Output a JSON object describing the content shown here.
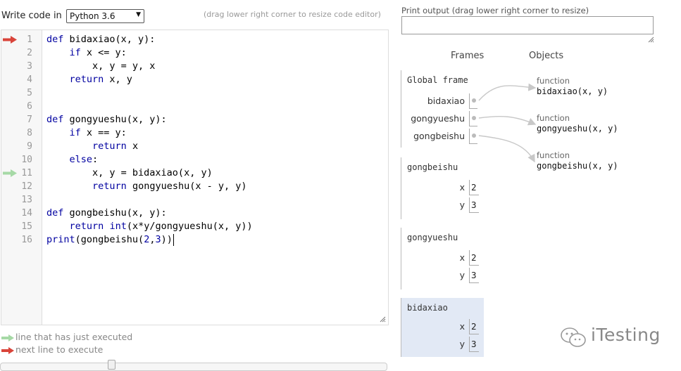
{
  "header": {
    "write_code_label": "Write code in",
    "language": "Python 3.6",
    "resize_hint": "(drag lower right corner to resize code editor)"
  },
  "code": {
    "lines": [
      {
        "num": "1",
        "text": "def bidaxiao(x, y):"
      },
      {
        "num": "2",
        "text": "    if x <= y:"
      },
      {
        "num": "3",
        "text": "        x, y = y, x"
      },
      {
        "num": "4",
        "text": "    return x, y"
      },
      {
        "num": "5",
        "text": ""
      },
      {
        "num": "6",
        "text": ""
      },
      {
        "num": "7",
        "text": "def gongyueshu(x, y):"
      },
      {
        "num": "8",
        "text": "    if x == y:"
      },
      {
        "num": "9",
        "text": "        return x"
      },
      {
        "num": "10",
        "text": "    else:"
      },
      {
        "num": "11",
        "text": "        x, y = bidaxiao(x, y)"
      },
      {
        "num": "12",
        "text": "        return gongyueshu(x - y, y)"
      },
      {
        "num": "13",
        "text": ""
      },
      {
        "num": "14",
        "text": "def gongbeishu(x, y):"
      },
      {
        "num": "15",
        "text": "    return int(x*y/gongyueshu(x, y))"
      },
      {
        "num": "16",
        "text": "print(gongbeishu(2,3))"
      }
    ],
    "next_line": "1",
    "executed_line": "11"
  },
  "legend": {
    "executed": "line that has just executed",
    "next": "next line to execute"
  },
  "output": {
    "label": "Print output (drag lower right corner to resize)",
    "text": ""
  },
  "viz": {
    "frames_header": "Frames",
    "objects_header": "Objects",
    "global_frame": {
      "title": "Global frame",
      "vars": [
        "bidaxiao",
        "gongyueshu",
        "gongbeishu"
      ]
    },
    "frames": [
      {
        "title": "gongbeishu",
        "vars": [
          {
            "name": "x",
            "value": "2"
          },
          {
            "name": "y",
            "value": "3"
          }
        ]
      },
      {
        "title": "gongyueshu",
        "vars": [
          {
            "name": "x",
            "value": "2"
          },
          {
            "name": "y",
            "value": "3"
          }
        ]
      },
      {
        "title": "bidaxiao",
        "vars": [
          {
            "name": "x",
            "value": "2"
          },
          {
            "name": "y",
            "value": "3"
          }
        ]
      }
    ],
    "objects": [
      {
        "type": "function",
        "value": "bidaxiao(x, y)"
      },
      {
        "type": "function",
        "value": "gongyueshu(x, y)"
      },
      {
        "type": "function",
        "value": "gongbeishu(x, y)"
      }
    ]
  },
  "colors": {
    "next_arrow": "#d9443a",
    "executed_arrow": "#a6d9a6",
    "keyword": "#0000a0",
    "active_frame_bg": "#e2e9f5"
  },
  "icons": {
    "next_line": "red-arrow-icon",
    "executed_line": "green-arrow-icon",
    "resize": "resize-grip-icon",
    "watermark": "wechat-icon"
  },
  "watermark": {
    "text": "iTesting"
  }
}
